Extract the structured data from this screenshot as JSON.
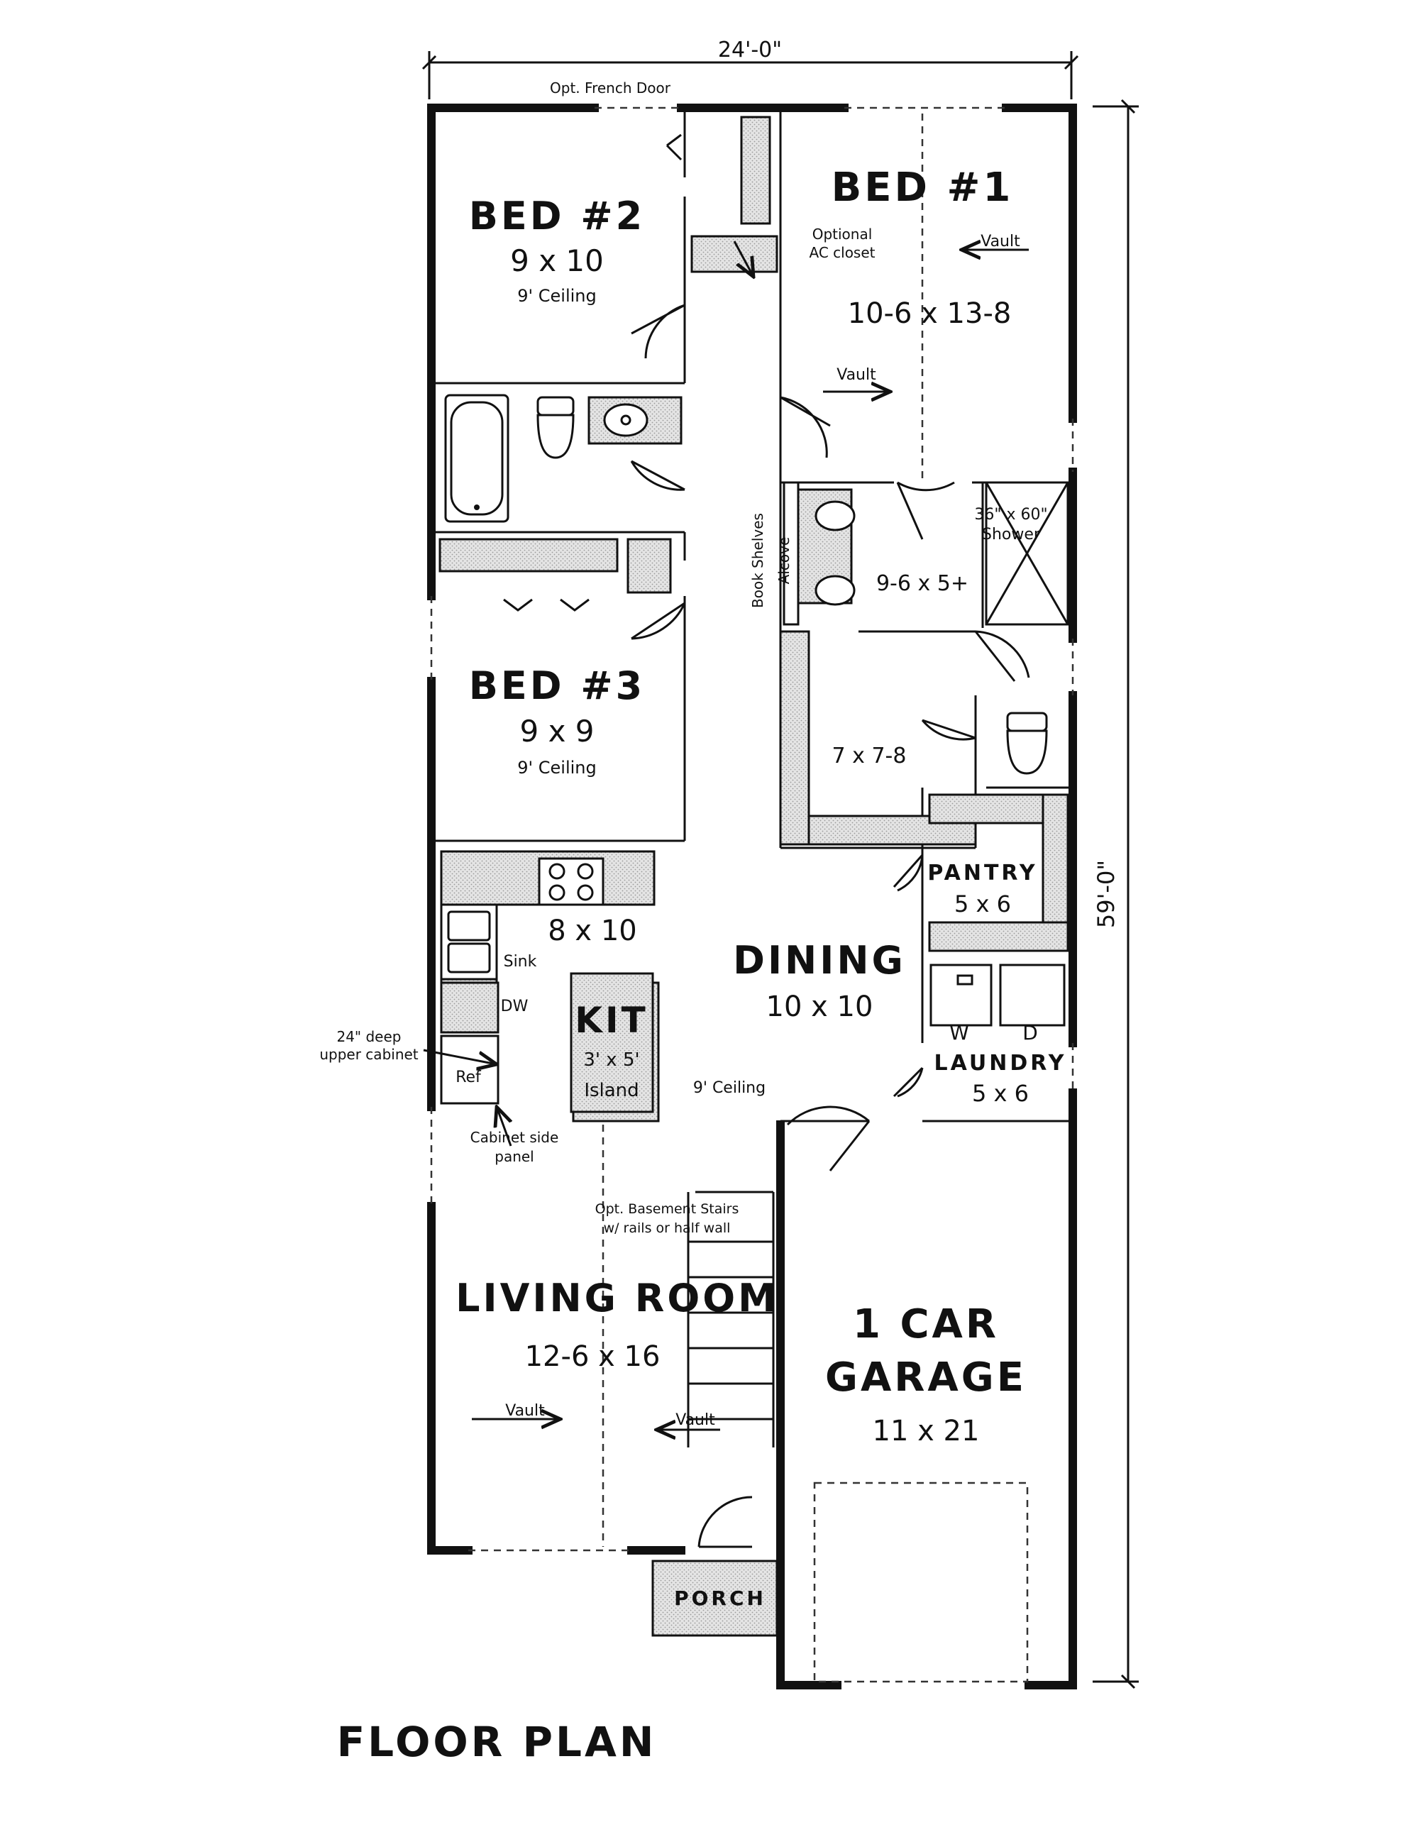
{
  "dimensions": {
    "width": "24'-0\"",
    "depth": "59'-0\""
  },
  "notes": {
    "french_door": "Opt. French Door",
    "ac_closet": [
      "Optional",
      "AC closet"
    ],
    "book_shelves": "Book Shelves",
    "alcove": "Alcove",
    "shower": [
      "36\" x 60\"",
      "Shower"
    ],
    "upper_cabinet": [
      "24\" deep",
      "upper cabinet"
    ],
    "side_panel": [
      "Cabinet side",
      "panel"
    ],
    "basement_stairs": [
      "Opt. Basement Stairs",
      "w/ rails or half wall"
    ],
    "sink": "Sink",
    "dw": "DW",
    "ref": "Ref",
    "w": "W",
    "d": "D"
  },
  "rooms": {
    "bed2": {
      "name": "BED #2",
      "size": "9 x 10",
      "note": "9' Ceiling"
    },
    "bed1": {
      "name": "BED #1",
      "size": "10-6 x 13-8",
      "vault_a": "Vault",
      "vault_b": "Vault"
    },
    "bed3": {
      "name": "BED #3",
      "size": "9 x 9",
      "note": "9' Ceiling"
    },
    "bath": {
      "size": "9-6 x 5+"
    },
    "closet": {
      "size": "7 x 7-8"
    },
    "kitchen": {
      "size": "8 x 10",
      "island_name": "KIT",
      "island_size": "3' x 5'",
      "island_label": "Island"
    },
    "dining": {
      "name": "DINING",
      "size": "10 x 10",
      "note": "9' Ceiling"
    },
    "pantry": {
      "name": "PANTRY",
      "size": "5 x 6"
    },
    "laundry": {
      "name": "LAUNDRY",
      "size": "5 x 6"
    },
    "living": {
      "name": "LIVING ROOM",
      "size": "12-6 x 16",
      "vault_a": "Vault",
      "vault_b": "Vault"
    },
    "garage": {
      "name_1": "1 CAR",
      "name_2": "GARAGE",
      "size": "11 x 21"
    },
    "porch": {
      "name": "PORCH"
    }
  },
  "title": "FLOOR PLAN"
}
